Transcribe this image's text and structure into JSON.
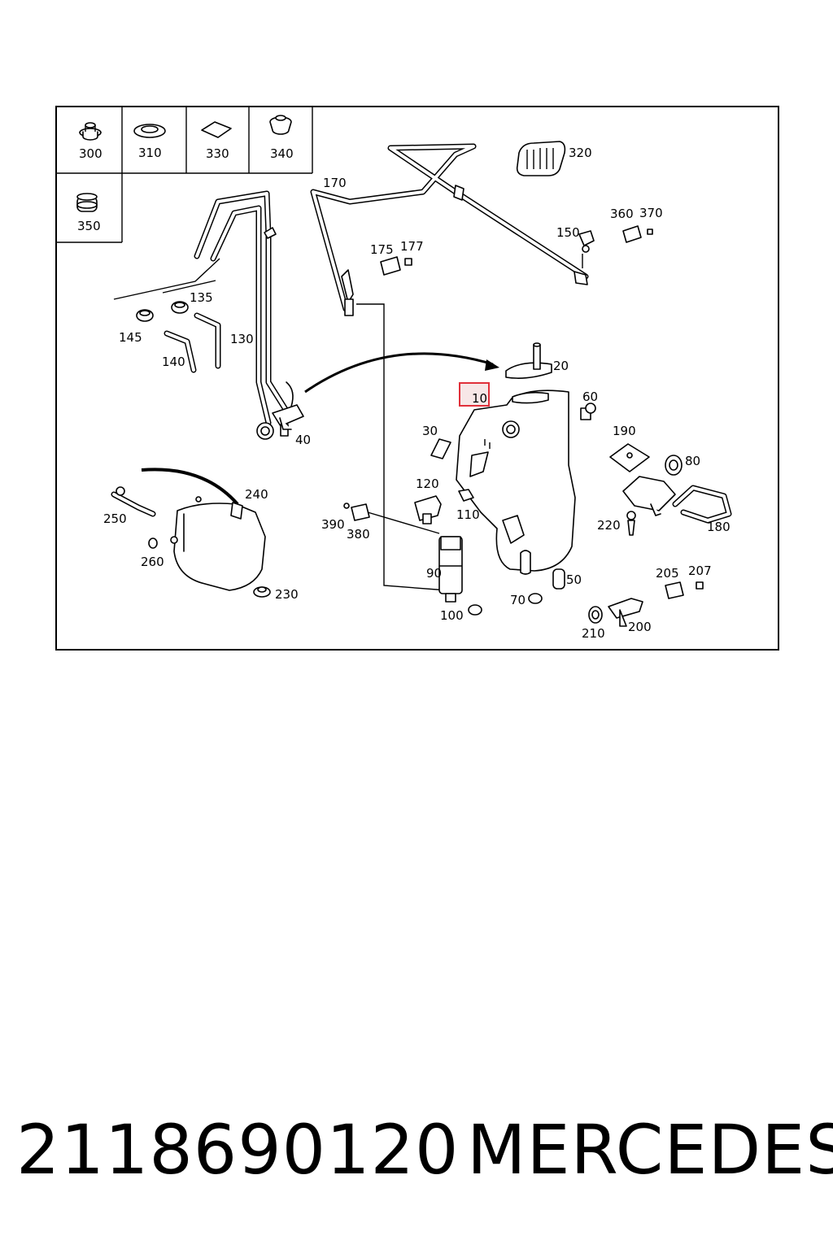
{
  "parts": {
    "p300": "300",
    "p310": "310",
    "p330": "330",
    "p340": "340",
    "p350": "350",
    "p170": "170",
    "p320": "320",
    "p175": "175",
    "p177": "177",
    "p150": "150",
    "p360": "360",
    "p370": "370",
    "p135": "135",
    "p145": "145",
    "p130": "130",
    "p140": "140",
    "p20": "20",
    "p10": "10",
    "p60": "60",
    "p30": "30",
    "p40": "40",
    "p190": "190",
    "p80": "80",
    "p240": "240",
    "p120": "120",
    "p250": "250",
    "p110": "110",
    "p390": "390",
    "p380": "380",
    "p220": "220",
    "p180": "180",
    "p260": "260",
    "p90": "90",
    "p50": "50",
    "p205": "205",
    "p207": "207",
    "p230": "230",
    "p70": "70",
    "p100": "100",
    "p210": "210",
    "p200": "200"
  },
  "caption": {
    "part_number": "2118690120",
    "brand": "MERCEDES"
  },
  "colors": {
    "highlight": "#e0303a",
    "highlight_fill": "#f7e7e7",
    "ink": "#000000"
  }
}
